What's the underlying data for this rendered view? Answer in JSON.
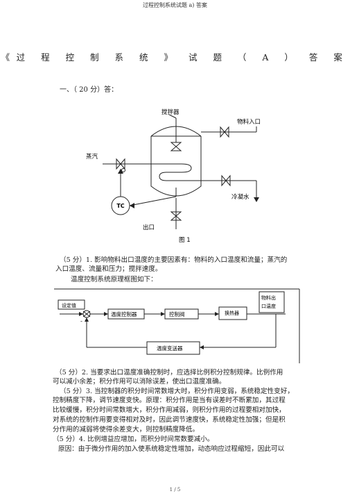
{
  "header": "过程控制系统试题 a) 答案",
  "title": "《过 程 控 制 系 统 》 试 题 （ A ） 答 案",
  "section1": "一、（ 20 分）答：",
  "figure1": {
    "label_stirrer": "搅拌器",
    "label_inlet": "物料入口",
    "label_steam": "蒸汽",
    "label_tc": "TC",
    "label_cooling": "冷凝水",
    "label_outlet": "出口",
    "caption": "图 1"
  },
  "q1": {
    "line1": "（5 分）1. 影响物料出口温度的主要因素有：物料的入口温度和流量；蒸汽的",
    "line2": "入口温度、流量和压力；搅拌速度。",
    "line3": "温度控制系统原理框图如下："
  },
  "block": {
    "setpoint": "设定值",
    "controller": "温度控制器",
    "valve": "控制阀",
    "exchanger": "换热器",
    "transmitter": "温度变送器",
    "outlet_temp_1": "物料出",
    "outlet_temp_2": "口温度",
    "sum_minus": "-"
  },
  "q2": {
    "line1": "（5 分）2. 当要求出口温度准确控制时，应选择比例积分控制规律。比例作用",
    "line2": "可以减小余差；积分作用可以消除误差，使出口温度准确。"
  },
  "q3": {
    "line1": "（5 分）3. 当控制器的积分时间常数增大时，积分作用变弱，系统稳定性变好，",
    "line2": "控制精度下降，调节速度变快。原理：积分作用是当有误差时不断累加，其过程",
    "line3": "比较缓慢，积分时间常数增大，积分作用减弱，则积分作用的过程要相对加快，",
    "line4": "对系统的控制作用要变得相对及时，因此调节速度快，系统稳定性加强；但是积",
    "line5": "分作用的减弱将使得余差变大，则控制精度降低。"
  },
  "q4": {
    "line1": "（5 分）4. 比例增益应增加，而积分时间常数要减小。",
    "line2": "原因：由于微分作用的加入使系统稳定性增加，动态响应过程缩短，因此可以"
  },
  "page_number": "1 / 5"
}
